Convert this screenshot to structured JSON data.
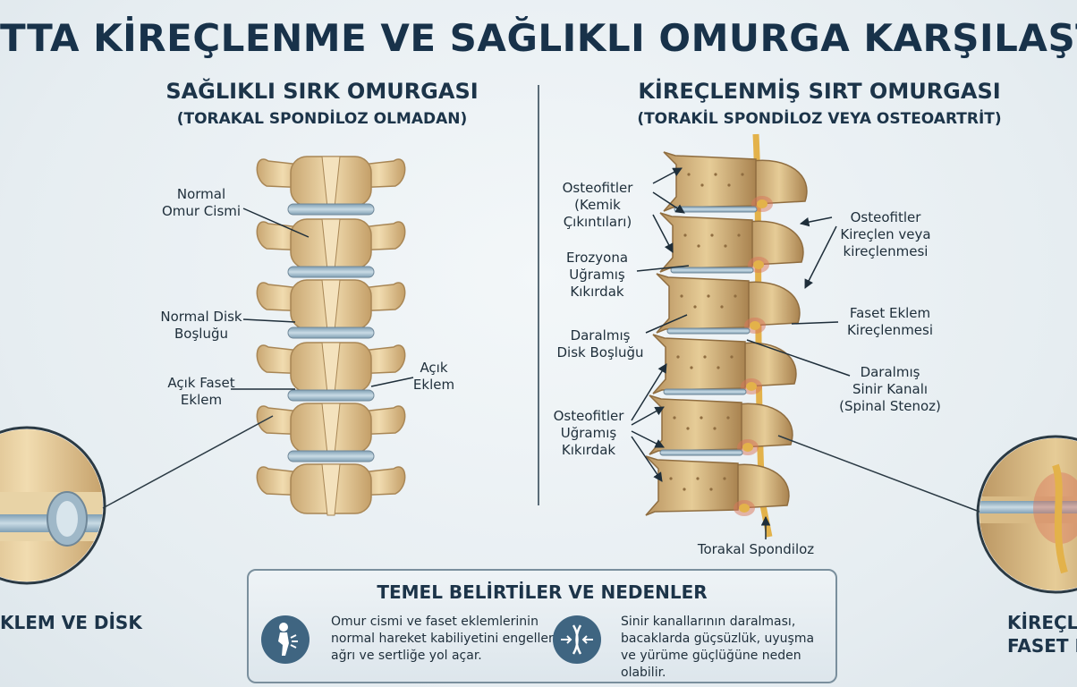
{
  "title": "TTA KİREÇLENME VE SAĞLIKLI OMURGA KARŞILAŞTIRM",
  "left_panel": {
    "title": "SAĞLIKLI SIRK OMURGASI",
    "subtitle": "(TORAKAL SPONDİLOZ OLMADAN)",
    "labels": {
      "vertebra": "Normal\nOmur Cismi",
      "disk": "Normal Disk\nBoşluğu",
      "facet": "Açık Faset\nEklem",
      "joint": "Açık\nEklem"
    },
    "inset_label": "KLEM VE DİSK"
  },
  "right_panel": {
    "title": "KİREÇLENMİŞ SIRT OMURGASI",
    "subtitle": "(TORAKİL SPONDİLOZ VEYA OSTEOARTRİT)",
    "labels": {
      "osteophytes_bone": "Osteofitler\n(Kemik Çıkıntıları)",
      "eroded_cartilage": "Erozyona\nUğramış\nKıkırdak",
      "narrow_disk": "Daralmış\nDisk Boşluğu",
      "osteophytes_cartilage": "Osteofitler\nUğramış\nKıkırdak",
      "osteophytes_calc": "Osteofitler\nKireçlen veya\nkireçlenmesi",
      "facet_calc": "Faset Eklem\nKireçlenmesi",
      "narrow_canal": "Daralmış\nSinir Kanalı\n(Spinal Stenoz)",
      "bottom": "Torakal Spondiloz"
    },
    "inset_label_line1": "KİREÇLE",
    "inset_label_line2": "FASET E"
  },
  "info_box": {
    "title": "TEMEL BELİRTİLER VE NEDENLER",
    "items": [
      {
        "icon": "back-pain-icon",
        "text": "Omur cismi ve faset eklemlerinin normal hareket kabiliyetini engeller, ağrı ve sertliğe yol açar."
      },
      {
        "icon": "narrow-canal-icon",
        "text": "Sinir kanallarının daralması, bacaklarda güçsüzlük, uyuşma ve yürüme güçlüğüne neden olabilir."
      }
    ]
  },
  "colors": {
    "bone": "#e8cf9e",
    "bone_shadow": "#b8955e",
    "disk": "#9fb8c8",
    "nerve": "#e3b24a",
    "inflammation": "#d9765a",
    "title": "#18324a"
  }
}
